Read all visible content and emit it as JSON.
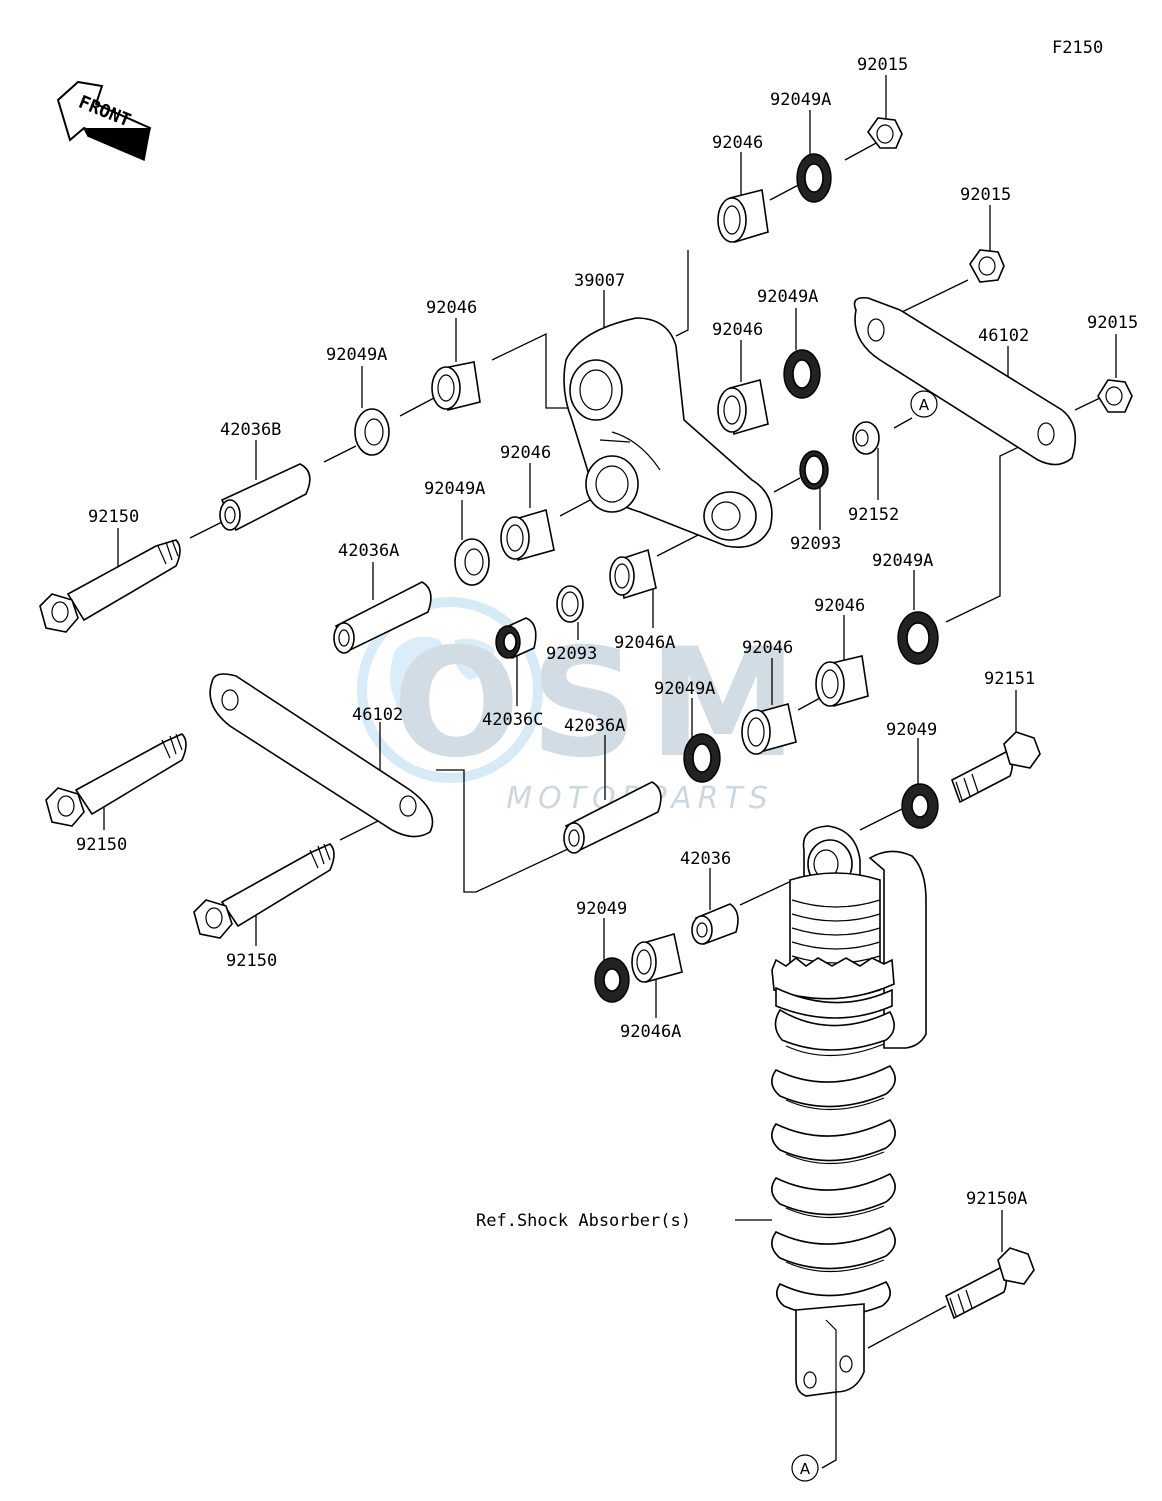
{
  "figure_code": "F2150",
  "front_arrow_text": "FRONT",
  "watermark": {
    "logo_text": "OSM",
    "sub_text": "MOTORPARTS",
    "color_light": "#cfe6f5",
    "color_dark": "#c8d6e0"
  },
  "labels": {
    "p92015_a": "92015",
    "p92049A_a": "92049A",
    "p92046_a": "92046",
    "p92015_b": "92015",
    "p39007": "39007",
    "p92046_b": "92046",
    "p92049A_b": "92049A",
    "p92046_c": "92046",
    "p46102_a": "46102",
    "p92015_c": "92015",
    "p92049A_c": "92049A",
    "p42036B": "42036B",
    "p92046_d": "92046",
    "p92049A_d": "92049A",
    "p92150_a": "92150",
    "p42036A_a": "42036A",
    "p92152": "92152",
    "p92093_a": "92093",
    "p92049A_e": "92049A",
    "p92046A_a": "92046A",
    "p92046_e": "92046",
    "p92093_b": "92093",
    "p42036C": "42036C",
    "p92046_f": "92046",
    "p92049A_f": "92049A",
    "p92151": "92151",
    "p46102_b": "46102",
    "p42036A_b": "42036A",
    "p92049_a": "92049",
    "p92150_b": "92150",
    "p42036": "42036",
    "p92049_b": "92049",
    "p92150_c": "92150",
    "p92046A_b": "92046A",
    "ref_shock": "Ref.Shock Absorber(s)",
    "p92150A": "92150A",
    "marker_a": "A"
  }
}
